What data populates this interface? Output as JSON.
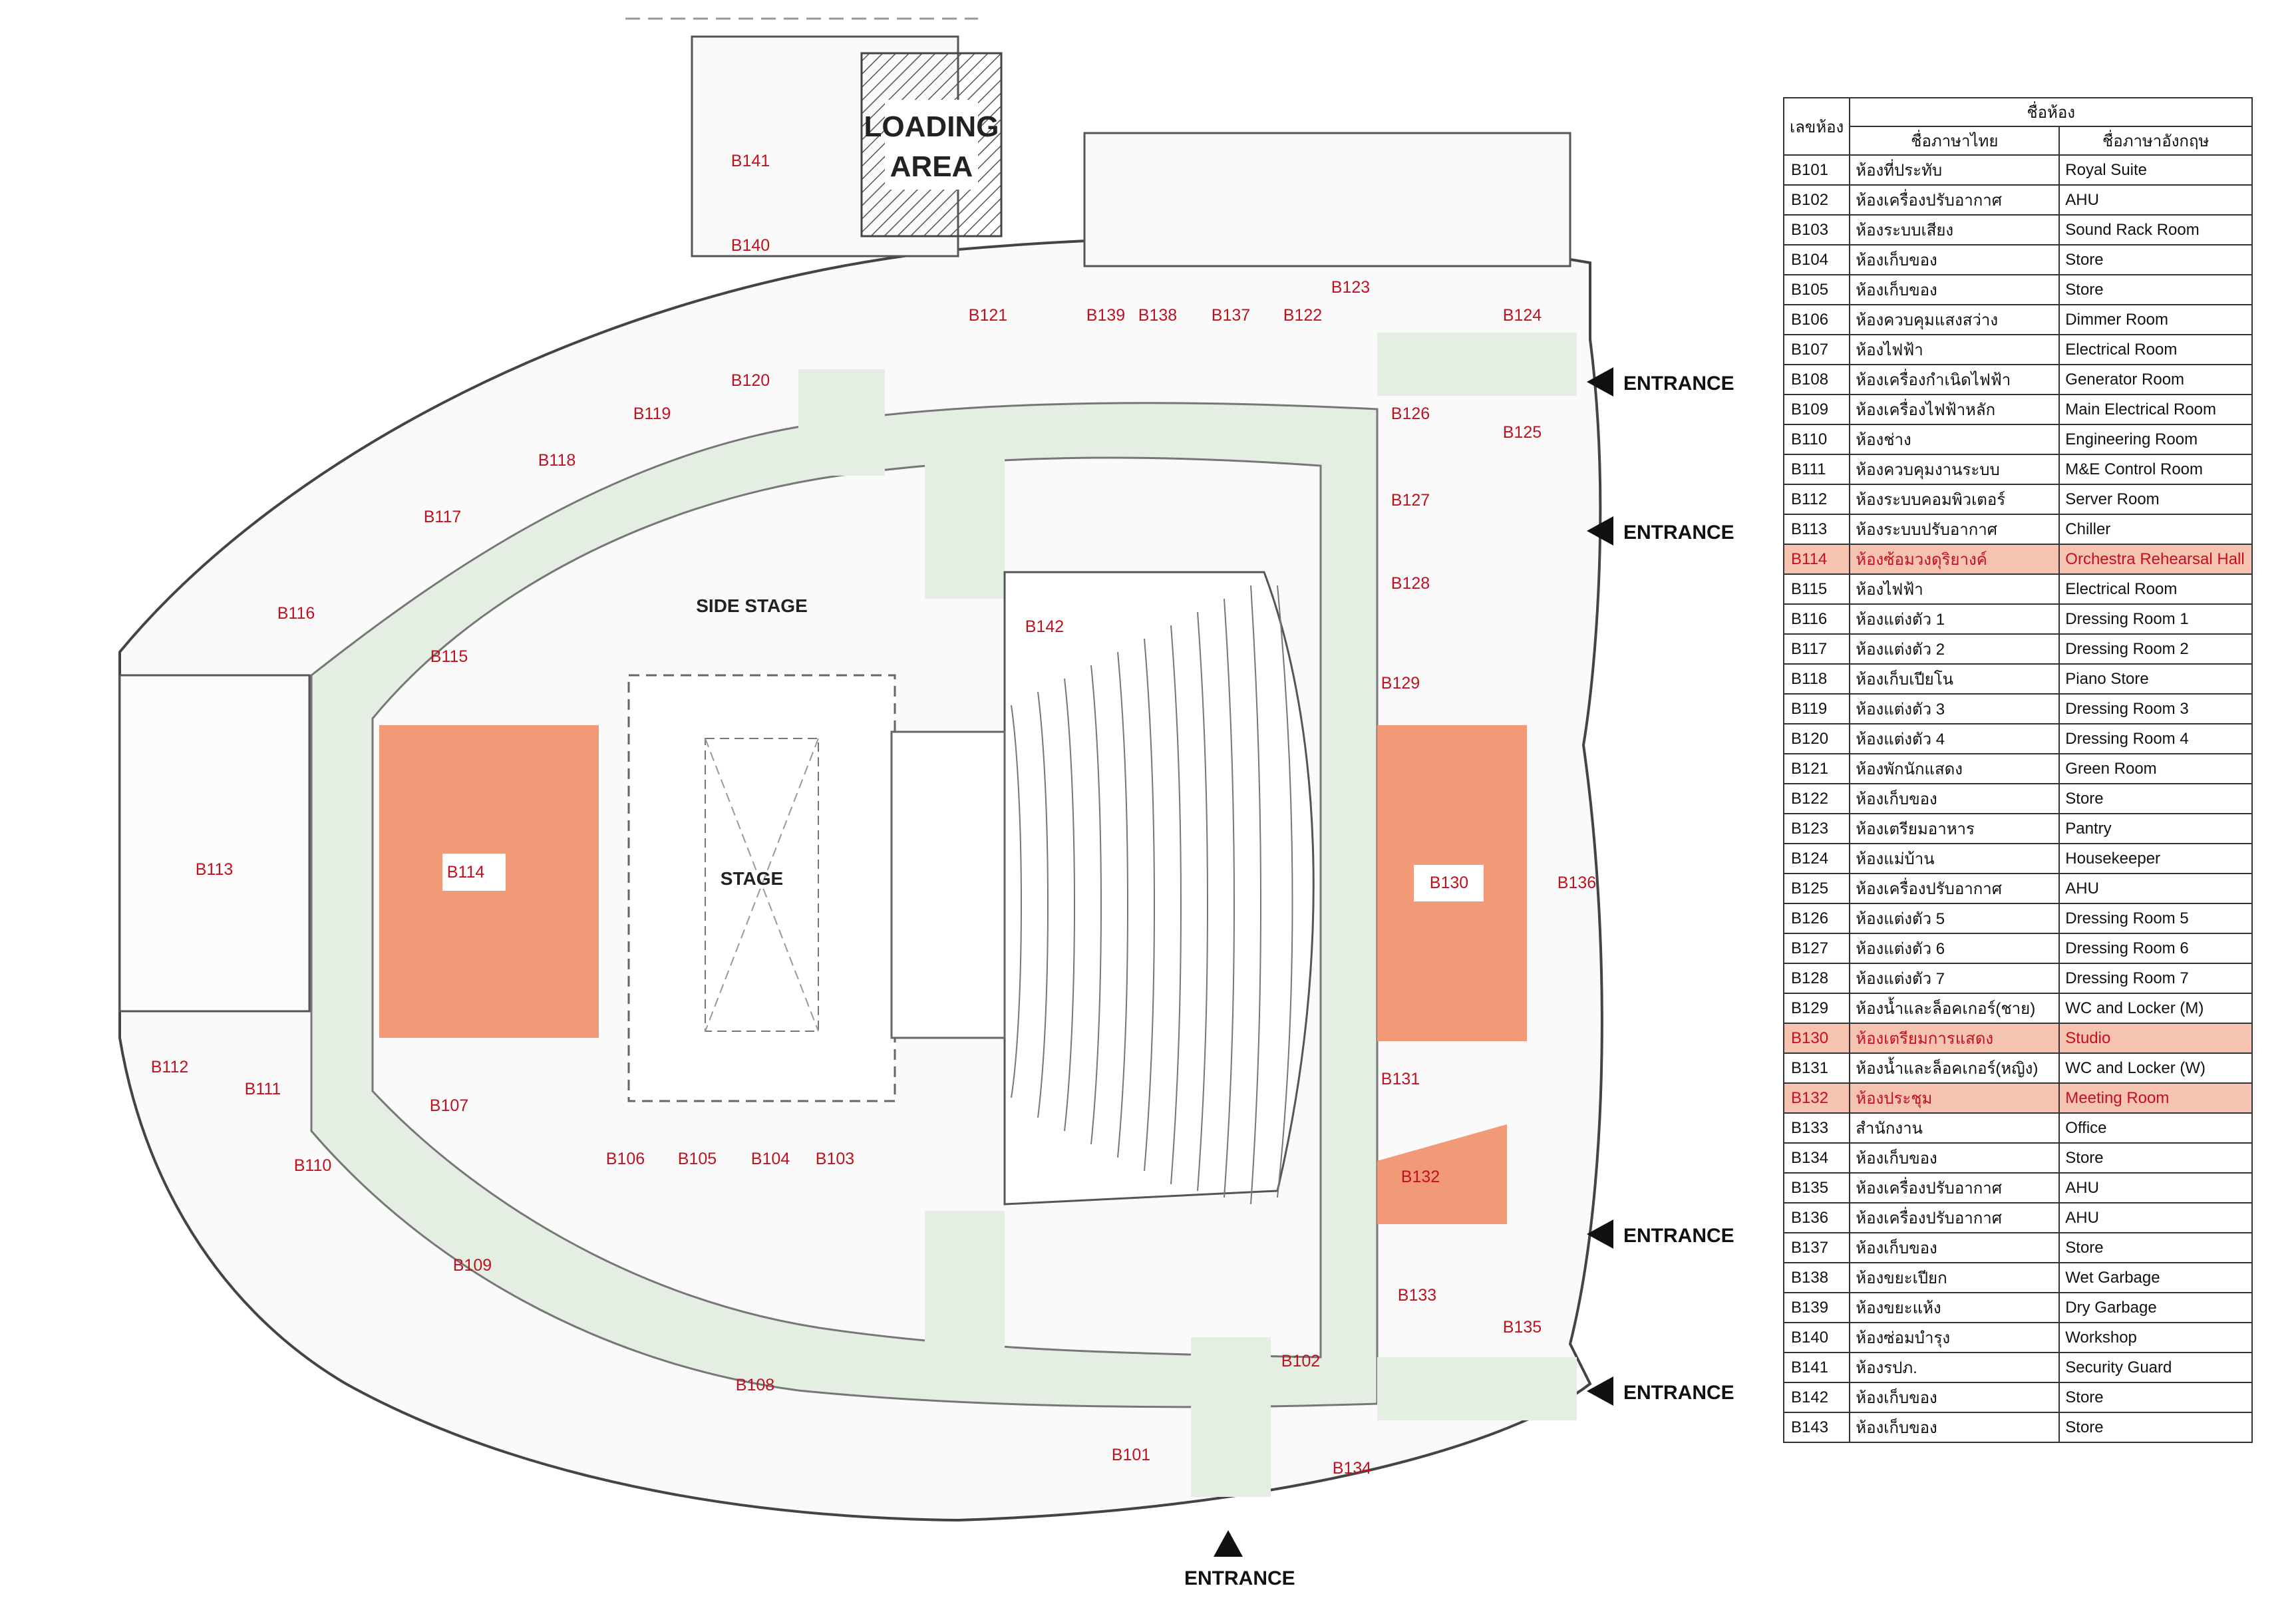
{
  "colors": {
    "corridor": "#e4eee3",
    "highlight_room": "#f29a78",
    "room_label": "#c0121e",
    "legend_highlight": "#f6c3b0",
    "wall": "#444444"
  },
  "plan": {
    "loading_area": [
      "LOADING",
      "AREA"
    ],
    "side_stage": "SIDE STAGE",
    "stage": "STAGE",
    "entrance_label": "ENTRANCE",
    "rooms": {
      "b101": "B101",
      "b102": "B102",
      "b103": "B103",
      "b104": "B104",
      "b105": "B105",
      "b106": "B106",
      "b107": "B107",
      "b108": "B108",
      "b109": "B109",
      "b110": "B110",
      "b111": "B111",
      "b112": "B112",
      "b113": "B113",
      "b114": "B114",
      "b115": "B115",
      "b116": "B116",
      "b117": "B117",
      "b118": "B118",
      "b119": "B119",
      "b120": "B120",
      "b121": "B121",
      "b122": "B122",
      "b123": "B123",
      "b124": "B124",
      "b125": "B125",
      "b126": "B126",
      "b127": "B127",
      "b128": "B128",
      "b129": "B129",
      "b130": "B130",
      "b131": "B131",
      "b132": "B132",
      "b133": "B133",
      "b134": "B134",
      "b135": "B135",
      "b136": "B136",
      "b137": "B137",
      "b138": "B138",
      "b139": "B139",
      "b140": "B140",
      "b141": "B141",
      "b142": "B142"
    }
  },
  "legend": {
    "col_code": "เลขห้อง",
    "col_name": "ชื่อห้อง",
    "col_thai": "ชื่อภาษาไทย",
    "col_english": "ชื่อภาษาอังกฤษ",
    "rows": [
      {
        "code": "B101",
        "thai": "ห้องที่ประทับ",
        "english": "Royal Suite"
      },
      {
        "code": "B102",
        "thai": "ห้องเครื่องปรับอากาศ",
        "english": "AHU"
      },
      {
        "code": "B103",
        "thai": "ห้องระบบเสียง",
        "english": "Sound Rack Room"
      },
      {
        "code": "B104",
        "thai": "ห้องเก็บของ",
        "english": "Store"
      },
      {
        "code": "B105",
        "thai": "ห้องเก็บของ",
        "english": "Store"
      },
      {
        "code": "B106",
        "thai": "ห้องควบคุมแสงสว่าง",
        "english": "Dimmer Room"
      },
      {
        "code": "B107",
        "thai": "ห้องไฟฟ้า",
        "english": "Electrical Room"
      },
      {
        "code": "B108",
        "thai": "ห้องเครื่องกำเนิดไฟฟ้า",
        "english": "Generator Room"
      },
      {
        "code": "B109",
        "thai": "ห้องเครื่องไฟฟ้าหลัก",
        "english": "Main Electrical Room"
      },
      {
        "code": "B110",
        "thai": "ห้องช่าง",
        "english": "Engineering Room"
      },
      {
        "code": "B111",
        "thai": "ห้องควบคุมงานระบบ",
        "english": "M&E Control Room"
      },
      {
        "code": "B112",
        "thai": "ห้องระบบคอมพิวเตอร์",
        "english": "Server Room"
      },
      {
        "code": "B113",
        "thai": "ห้องระบบปรับอากาศ",
        "english": "Chiller"
      },
      {
        "code": "B114",
        "thai": "ห้องซ้อมวงดุริยางค์",
        "english": "Orchestra Rehearsal Hall",
        "highlight": true
      },
      {
        "code": "B115",
        "thai": "ห้องไฟฟ้า",
        "english": "Electrical Room"
      },
      {
        "code": "B116",
        "thai": "ห้องแต่งตัว 1",
        "english": "Dressing Room 1"
      },
      {
        "code": "B117",
        "thai": "ห้องแต่งตัว 2",
        "english": "Dressing Room 2"
      },
      {
        "code": "B118",
        "thai": "ห้องเก็บเปียโน",
        "english": "Piano Store"
      },
      {
        "code": "B119",
        "thai": "ห้องแต่งตัว 3",
        "english": "Dressing Room 3"
      },
      {
        "code": "B120",
        "thai": "ห้องแต่งตัว 4",
        "english": "Dressing Room 4"
      },
      {
        "code": "B121",
        "thai": "ห้องพักนักแสดง",
        "english": "Green Room"
      },
      {
        "code": "B122",
        "thai": "ห้องเก็บของ",
        "english": "Store"
      },
      {
        "code": "B123",
        "thai": "ห้องเตรียมอาหาร",
        "english": "Pantry"
      },
      {
        "code": "B124",
        "thai": "ห้องแม่บ้าน",
        "english": "Housekeeper"
      },
      {
        "code": "B125",
        "thai": "ห้องเครื่องปรับอากาศ",
        "english": "AHU"
      },
      {
        "code": "B126",
        "thai": "ห้องแต่งตัว 5",
        "english": "Dressing Room 5"
      },
      {
        "code": "B127",
        "thai": "ห้องแต่งตัว 6",
        "english": "Dressing Room 6"
      },
      {
        "code": "B128",
        "thai": "ห้องแต่งตัว 7",
        "english": "Dressing Room 7"
      },
      {
        "code": "B129",
        "thai": "ห้องน้ำและล็อคเกอร์(ชาย)",
        "english": "WC and Locker (M)"
      },
      {
        "code": "B130",
        "thai": "ห้องเตรียมการแสดง",
        "english": "Studio",
        "highlight": true
      },
      {
        "code": "B131",
        "thai": "ห้องน้ำและล็อคเกอร์(หญิง)",
        "english": "WC and Locker (W)"
      },
      {
        "code": "B132",
        "thai": "ห้องประชุม",
        "english": "Meeting Room",
        "highlight": true
      },
      {
        "code": "B133",
        "thai": "สำนักงาน",
        "english": "Office"
      },
      {
        "code": "B134",
        "thai": "ห้องเก็บของ",
        "english": "Store"
      },
      {
        "code": "B135",
        "thai": "ห้องเครื่องปรับอากาศ",
        "english": "AHU"
      },
      {
        "code": "B136",
        "thai": "ห้องเครื่องปรับอากาศ",
        "english": "AHU"
      },
      {
        "code": "B137",
        "thai": "ห้องเก็บของ",
        "english": "Store"
      },
      {
        "code": "B138",
        "thai": "ห้องขยะเปียก",
        "english": "Wet Garbage"
      },
      {
        "code": "B139",
        "thai": "ห้องขยะแห้ง",
        "english": "Dry Garbage"
      },
      {
        "code": "B140",
        "thai": "ห้องซ่อมบำรุง",
        "english": "Workshop"
      },
      {
        "code": "B141",
        "thai": "ห้องรปภ.",
        "english": "Security Guard"
      },
      {
        "code": "B142",
        "thai": "ห้องเก็บของ",
        "english": "Store"
      },
      {
        "code": "B143",
        "thai": "ห้องเก็บของ",
        "english": "Store"
      }
    ]
  }
}
